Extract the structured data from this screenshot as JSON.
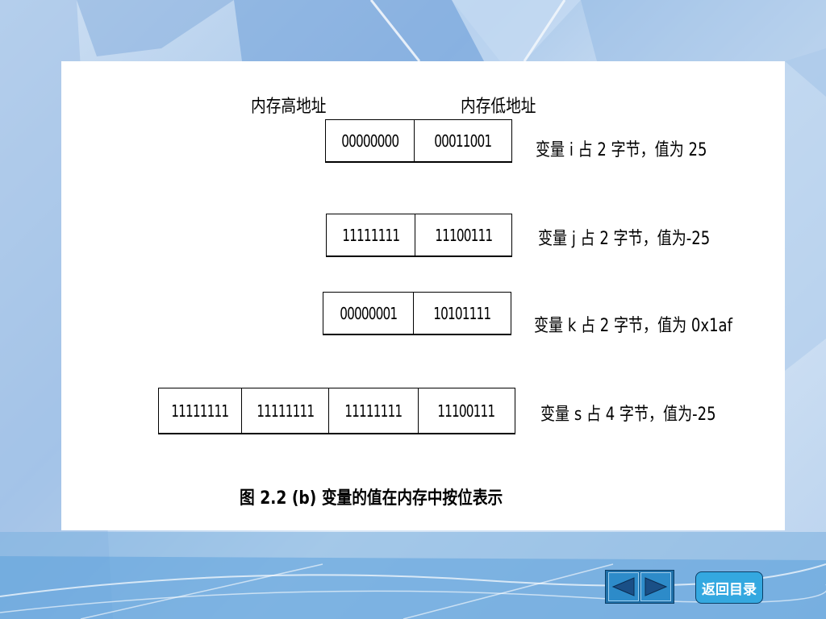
{
  "header": {
    "high_addr": "内存高地址",
    "low_addr": "内存低地址"
  },
  "rows": [
    {
      "cells": [
        "00000000",
        "00011001"
      ],
      "description": "变量 i 占 2 字节，值为 25"
    },
    {
      "cells": [
        "11111111",
        "11100111"
      ],
      "description": "变量 j 占 2 字节，值为-25"
    },
    {
      "cells": [
        "00000001",
        "10101111"
      ],
      "description": "变量 k 占 2 字节，值为 0x1af"
    },
    {
      "cells": [
        "11111111",
        "11111111",
        "11111111",
        "11100111"
      ],
      "description": "变量 s 占 4 字节，值为-25"
    }
  ],
  "caption": "图 2.2 (b) 变量的值在内存中按位表示",
  "nav": {
    "back_label": "返回目录",
    "prev_icon": "triangle-left-icon",
    "next_icon": "triangle-right-icon"
  },
  "colors": {
    "nav_fill": "#2d8bc9",
    "back_fill": "#34a8e0",
    "arrow_fill": "#1a4f86"
  }
}
